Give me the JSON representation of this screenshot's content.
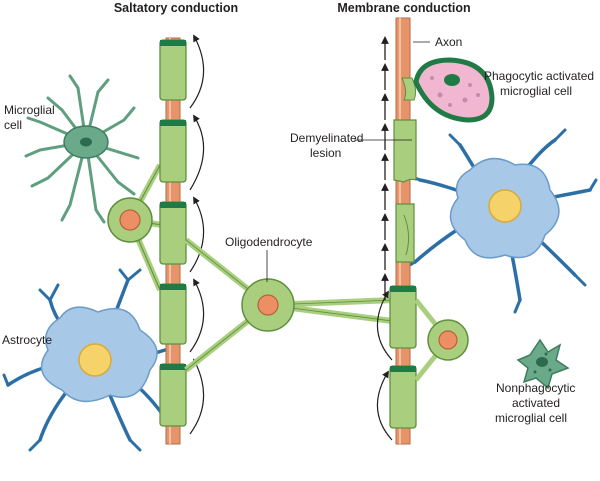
{
  "diagram": {
    "titles": {
      "left": "Saltatory conduction",
      "right": "Membrane conduction"
    },
    "labels": {
      "axon": "Axon",
      "phagocytic_line1": "Phagocytic activated",
      "phagocytic_line2": "microglial cell",
      "microglial_line1": "Microglial",
      "microglial_line2": "cell",
      "demyelinated_line1": "Demyelinated",
      "demyelinated_line2": "lesion",
      "oligodendrocyte": "Oligodendrocyte",
      "astrocyte": "Astrocyte",
      "nonphago_line1": "Nonphagocytic",
      "nonphago_line2": "activated",
      "nonphago_line3": "microglial cell"
    },
    "colors": {
      "axon": "#e8946a",
      "myelin": "#a9cf7e",
      "myelin_dark": "#1f7a45",
      "astrocyte": "#a8c8e8",
      "astro_process": "#2c6fa6",
      "nucleus_yellow": "#f6d36a",
      "oligo_nucleus": "#ec8f65",
      "microglia": "#5f9f7f",
      "phago_fill": "#f1b7d0"
    }
  }
}
